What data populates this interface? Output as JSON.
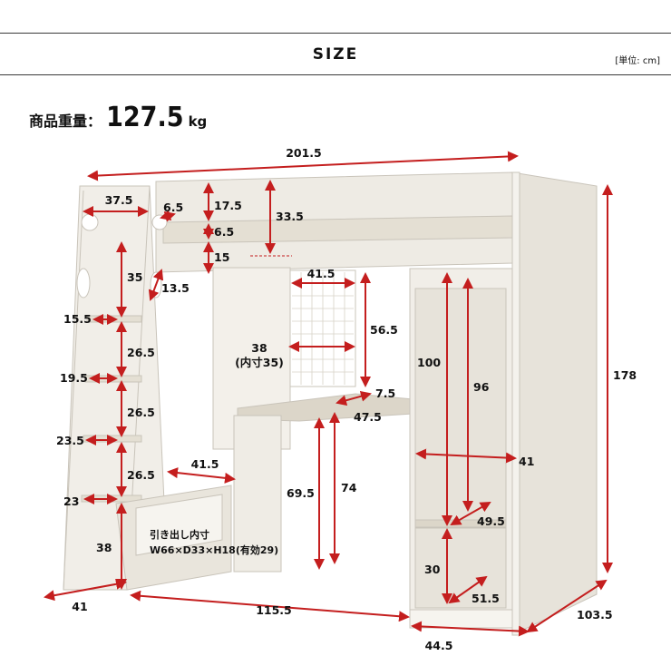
{
  "header": {
    "title": "SIZE",
    "unit_note": "[単位: cm]"
  },
  "weight": {
    "label": "商品重量：",
    "value": "127.5",
    "unit": "kg"
  },
  "colors": {
    "arrow": "#c41e1e",
    "panel": "#eeebe4",
    "edge": "#c9c4ba",
    "rule": "#3a3a3a"
  },
  "dimensions": {
    "total_width": "201.5",
    "ladder_width": "37.5",
    "rail_thickness": "6.5",
    "guard_top": "17.5",
    "guard_total": "33.5",
    "guard_gap": "6.5",
    "guard_bottom": "15",
    "desk_opening": "41.5",
    "ladder_step_top": "35",
    "ladder_slope": "13.5",
    "step_depth_1": "15.5",
    "step_gap_1": "26.5",
    "step_depth_2": "19.5",
    "step_gap_2": "26.5",
    "step_depth_3": "23.5",
    "step_gap_3": "26.5",
    "step_depth_4": "23",
    "drawer_height": "38",
    "desk_shelf_width": "41.5",
    "mesh_height": "56.5",
    "mesh_width": "38",
    "mesh_inner": "(内寸35)",
    "desk_depth_small": "7.5",
    "desk_depth": "47.5",
    "desk_height_inner": "69.5",
    "desk_height": "74",
    "closet_height": "100",
    "closet_inner": "96",
    "closet_width": "41",
    "shelf_width_1": "49.5",
    "lower_shelf": "30",
    "shelf_width_2": "51.5",
    "total_height": "178",
    "bottom_depth": "41",
    "bottom_span": "115.5",
    "total_depth": "103.5",
    "closet_depth": "44.5"
  },
  "drawer_note": {
    "line1": "引き出し内寸",
    "line2": "W66×D33×H18(有効29)"
  }
}
